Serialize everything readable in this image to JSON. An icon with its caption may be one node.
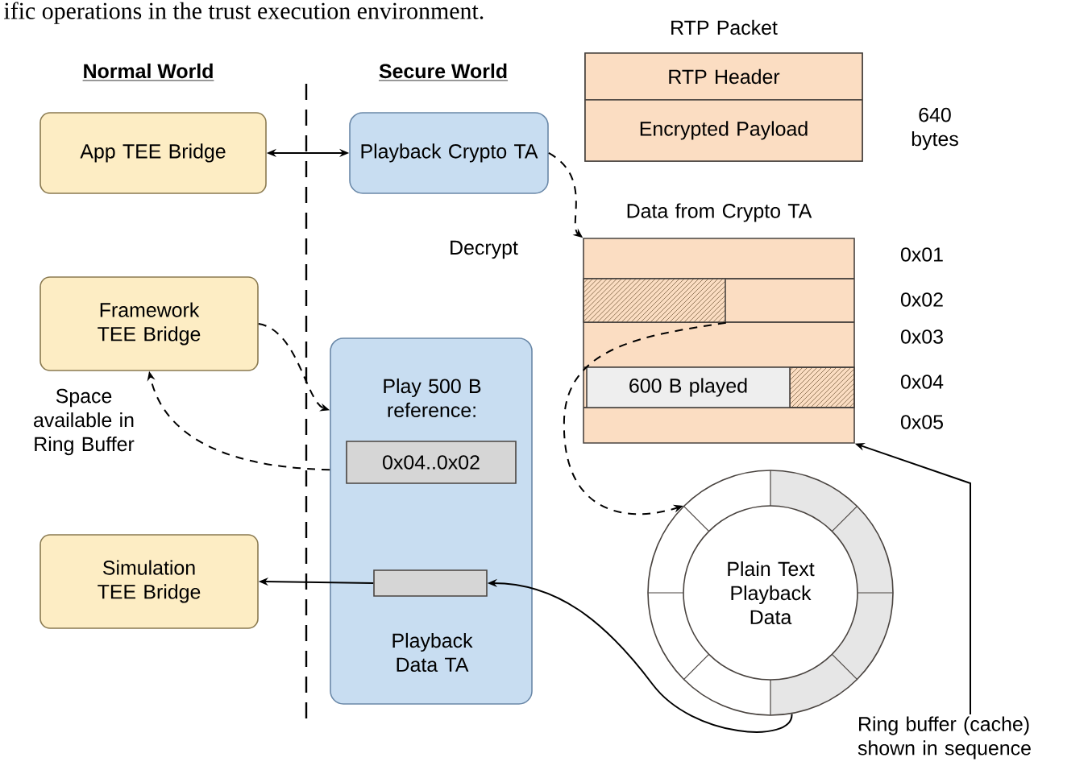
{
  "diagram": {
    "nodes": [
      {
        "text": [
          "App TEE Bridge"
        ]
      },
      {
        "text": [
          "Playback Crypto TA"
        ]
      },
      {
        "text": [
          "RTP Packet"
        ]
      },
      {
        "text": [
          "RTP Header"
        ],
        "in": 2
      },
      {
        "text": [
          "Encrypted Payload"
        ],
        "in": 2,
        "beside": [
          "640 bytes"
        ]
      },
      {
        "text": [
          "Data from Crypto TA"
        ]
      },
      {
        "text": [],
        "shape": "bar",
        "in": 5
      },
      {
        "text": [
          "600 B played"
        ],
        "in": 5
      },
      {
        "text": [
          "Framework TEE Bridge"
        ]
      },
      {
        "text": [
          "Play 500 B reference:",
          "Playback Data TA"
        ]
      },
      {
        "text": [
          "0x04..0x02"
        ],
        "in": 9
      },
      {
        "text": [],
        "shape": "bar",
        "in": 9
      },
      {
        "text": [
          "Simulation TEE Bridge"
        ]
      },
      {
        "text": [
          "Plain Text Playback Data"
        ]
      },
      {
        "text": [
          "Ring buffer (cache) shown in sequence"
        ]
      }
    ],
    "edges": [
      {
        "from": 0,
        "to": 1,
        "arrow": "both"
      },
      {
        "from": 1,
        "to": 5,
        "arrow": "to",
        "style": "dashed",
        "label": "Decrypt"
      },
      {
        "from": 8,
        "to": 9,
        "arrow": "to",
        "style": "dashed"
      },
      {
        "from": 9,
        "to": 8,
        "arrow": "to",
        "style": "dashed",
        "label": "Space available in Ring Buffer"
      },
      {
        "from": 6,
        "to": 13,
        "arrow": "to",
        "style": "dashed"
      },
      {
        "from": 11,
        "to": 12,
        "arrow": "to"
      },
      {
        "from": 13,
        "to": 11,
        "arrow": "to"
      },
      {
        "from": 14,
        "to": 5,
        "arrow": "to"
      }
    ],
    "labels": [
      "ific operations in the trust execution environment.",
      "Normal World",
      "Secure World",
      "0x01",
      "0x02",
      "0x03",
      "0x04",
      "0x05"
    ]
  }
}
